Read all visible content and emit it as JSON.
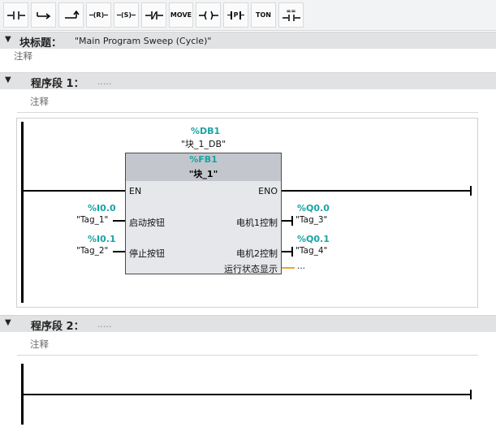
{
  "toolbar": {
    "buttons": [
      {
        "name": "no-contact",
        "label": ""
      },
      {
        "name": "open-branch",
        "label": ""
      },
      {
        "name": "close-branch",
        "label": ""
      },
      {
        "name": "reset-coil",
        "label": "(R)"
      },
      {
        "name": "set-coil",
        "label": "(S)"
      },
      {
        "name": "nc-contact",
        "label": "/"
      },
      {
        "name": "move",
        "label": "MOVE"
      },
      {
        "name": "output-coil",
        "label": ""
      },
      {
        "name": "p-contact",
        "label": "P"
      },
      {
        "name": "ton",
        "label": "TON"
      },
      {
        "name": "compare",
        "label": "=="
      }
    ]
  },
  "block_header": {
    "label": "块标题：",
    "value": "\"Main Program Sweep (Cycle)\"",
    "comment": "注释"
  },
  "network1": {
    "label": "程序段 1：",
    "dots": ".....",
    "comment": "注释",
    "db_address": "%DB1",
    "db_name": "\"块_1_DB\"",
    "fb_address": "%FB1",
    "fb_name": "\"块_1\"",
    "pins": {
      "en": "EN",
      "eno": "ENO",
      "in1": "启动按钮",
      "in2": "停止按钮",
      "out1": "电机1控制",
      "out2": "电机2控制",
      "out3": "运行状态显示"
    },
    "in1_addr": "%I0.0",
    "in1_tag": "\"Tag_1\"",
    "in2_addr": "%I0.1",
    "in2_tag": "\"Tag_2\"",
    "out1_addr": "%Q0.0",
    "out1_tag": "\"Tag_3\"",
    "out2_addr": "%Q0.1",
    "out2_tag": "\"Tag_4\"",
    "out3_placeholder": "..."
  },
  "network2": {
    "label": "程序段 2：",
    "dots": ".....",
    "comment": "注释"
  },
  "colors": {
    "address": "#1aa3a3",
    "unassigned_wire": "#f0a23a",
    "header_bg": "#e1e2e4",
    "block_bg": "#e5e7eb",
    "block_header_bg": "#c3c6cc"
  }
}
